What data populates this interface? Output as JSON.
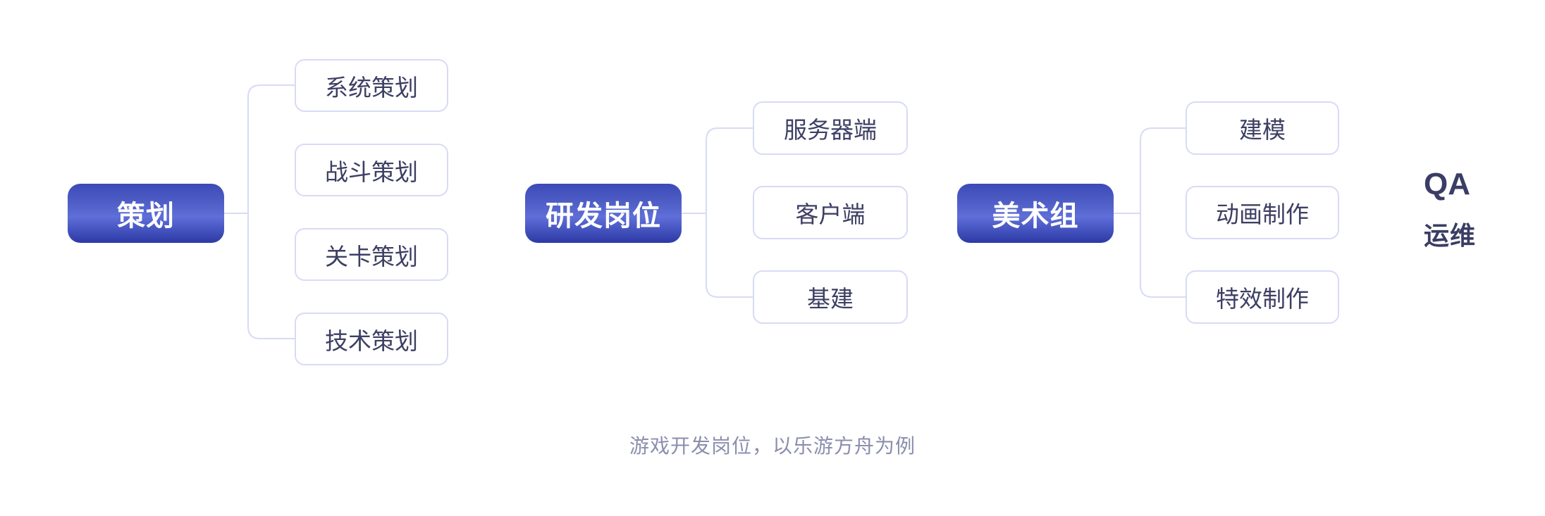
{
  "diagram": {
    "caption": "游戏开发岗位，以乐游方舟为例",
    "groups": [
      {
        "parent": "策划",
        "children": [
          "系统策划",
          "战斗策划",
          "关卡策划",
          "技术策划"
        ]
      },
      {
        "parent": "研发岗位",
        "children": [
          "服务器端",
          "客户端",
          "基建"
        ]
      },
      {
        "parent": "美术组",
        "children": [
          "建模",
          "动画制作",
          "特效制作"
        ]
      }
    ],
    "floating": [
      "QA",
      "运维"
    ]
  },
  "colors": {
    "node_top": "#3c4ab5",
    "node_mid": "#5f6ed8",
    "node_bottom": "#2c39a5",
    "connector": "#d8dbf5",
    "child_text": "#3d3f63",
    "floating_text": "#3a3d64",
    "caption_text": "#8b8ead"
  }
}
